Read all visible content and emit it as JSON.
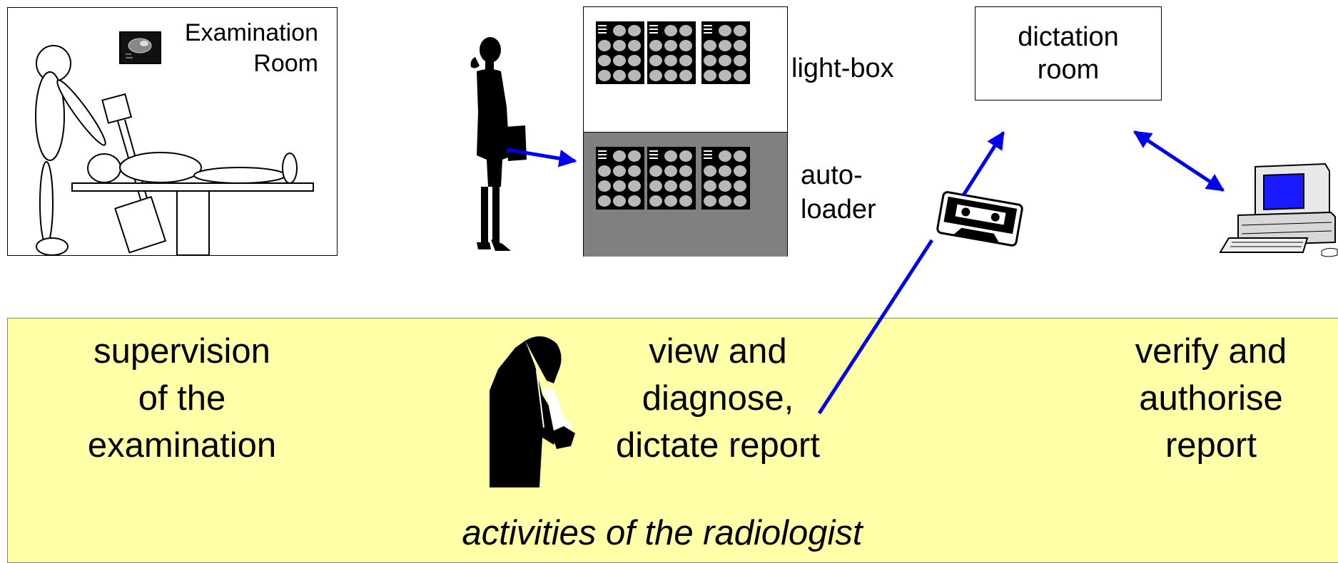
{
  "exam_room": {
    "label_line1": "Examination",
    "label_line2": "Room"
  },
  "light_box": {
    "label": "light-box"
  },
  "auto_loader": {
    "label_line1": "auto-",
    "label_line2": "loader"
  },
  "dictation_room": {
    "label_line1": "dictation",
    "label_line2": "room"
  },
  "activities": {
    "supervision": [
      "supervision",
      "of the",
      "examination"
    ],
    "view": [
      "view and",
      "diagnose,",
      "dictate report"
    ],
    "verify": [
      "verify and",
      "authorise",
      "report"
    ],
    "caption": "activities of the radiologist"
  },
  "colors": {
    "arrow": "#0000ee",
    "panel": "#ffffa8",
    "autoloader_bg": "#808080",
    "screen": "#1a1aff"
  }
}
